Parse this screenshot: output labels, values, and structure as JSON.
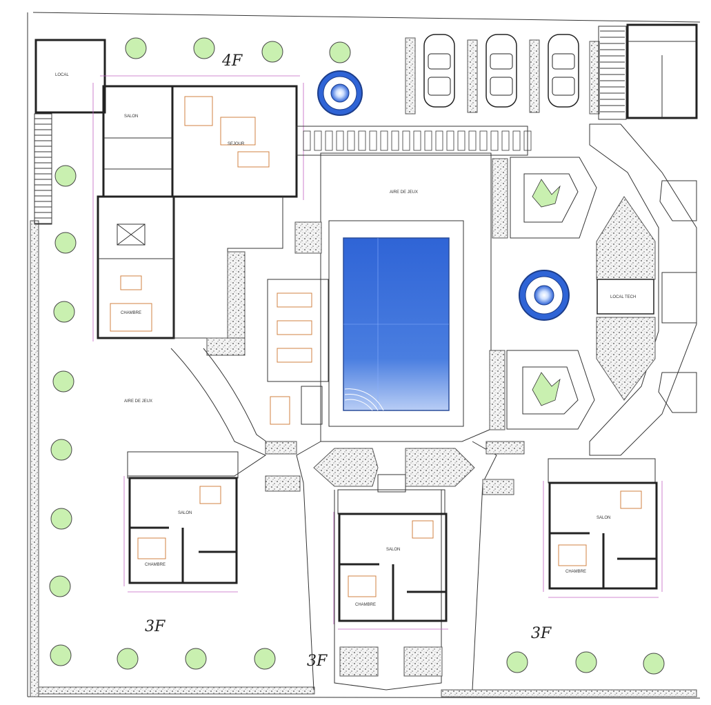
{
  "drawing": {
    "type": "site-plan",
    "colors": {
      "water": "#2f64d6",
      "water_light": "#b8cdf5",
      "planting": "#c9f0b0",
      "dimension_lines": "#c060c0",
      "walls": "#222222"
    },
    "handwritten_notes": {
      "top": "4F",
      "bottom_left": "3F",
      "bottom_center": "3F",
      "bottom_right": "3F"
    },
    "features": {
      "main_house": "main-house",
      "pool": "swimming-pool",
      "fountains": [
        "fountain-top",
        "fountain-center"
      ],
      "parking_spaces": 3,
      "villas": [
        "villa-left",
        "villa-center",
        "villa-right"
      ]
    }
  }
}
